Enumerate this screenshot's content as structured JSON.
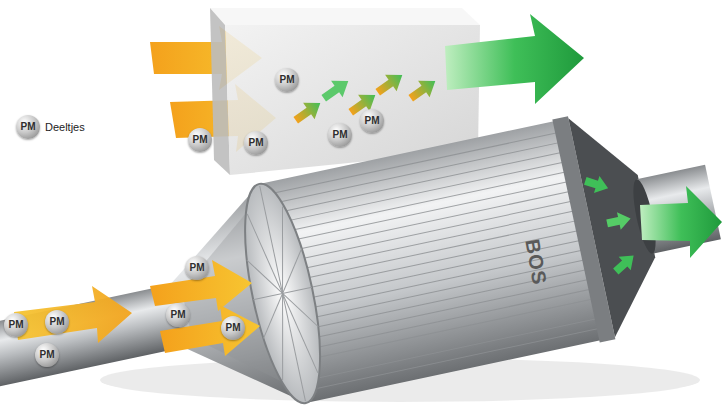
{
  "diagram": {
    "nodes": [
      {
        "text": [
          "PM"
        ]
      },
      {
        "text": [
          "PM"
        ]
      },
      {
        "text": [
          "PM"
        ]
      },
      {
        "text": [
          "PM"
        ]
      },
      {
        "text": [
          "PM"
        ]
      },
      {
        "text": [
          "PM"
        ]
      },
      {
        "text": [
          "PM"
        ]
      },
      {
        "text": [
          "PM"
        ]
      },
      {
        "text": [
          "PM"
        ]
      },
      {
        "text": [
          "PM"
        ]
      },
      {
        "text": [
          "PM"
        ]
      }
    ],
    "labels": [
      "PM",
      "BOS"
    ],
    "legend": [
      {
        "text": "Deeltjes"
      }
    ]
  }
}
